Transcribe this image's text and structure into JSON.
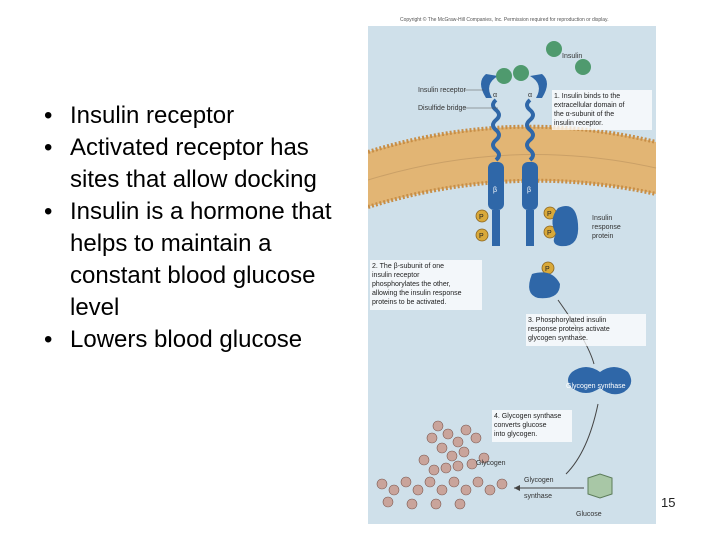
{
  "bullets": [
    "Insulin receptor",
    "Activated receptor has sites that allow docking",
    "Insulin is a hormone that helps to maintain a constant blood glucose level",
    "Lowers blood glucose"
  ],
  "figure": {
    "copyright": "Copyright © The McGraw-Hill Companies, Inc. Permission required for reproduction or display.",
    "labels": {
      "insulin": "Insulin",
      "insulin_receptor": "Insulin receptor",
      "disulfide_bridge": "Disulfide bridge",
      "alpha": "α",
      "beta": "β",
      "p": "P",
      "insulin_response_protein": [
        "Insulin",
        "response",
        "protein"
      ],
      "glycogen_synthase": "Glycogen synthase",
      "glycogen": "Glycogen",
      "glycogen_synthase_arrow": [
        "Glycogen",
        "synthase"
      ],
      "glucose": "Glucose"
    },
    "steps": [
      [
        "1. Insulin binds to the",
        "extracellular domain of",
        "the α-subunit of the",
        "insulin receptor."
      ],
      [
        "2. The β-subunit of one",
        "insulin receptor",
        "phosphorylates the other,",
        "allowing the insulin response",
        "proteins to be activated."
      ],
      [
        "3. Phosphorylated insulin",
        "response proteins activate",
        "glycogen synthase."
      ],
      [
        "4. Glycogen synthase",
        "converts glucose",
        "into glycogen."
      ]
    ]
  },
  "page_number": "15",
  "colors": {
    "background": "#cfe0ea",
    "membrane": "#e2b574",
    "receptor": "#2f67a8",
    "insulin": "#4f9a6e",
    "phosphate": "#d9a93a"
  }
}
